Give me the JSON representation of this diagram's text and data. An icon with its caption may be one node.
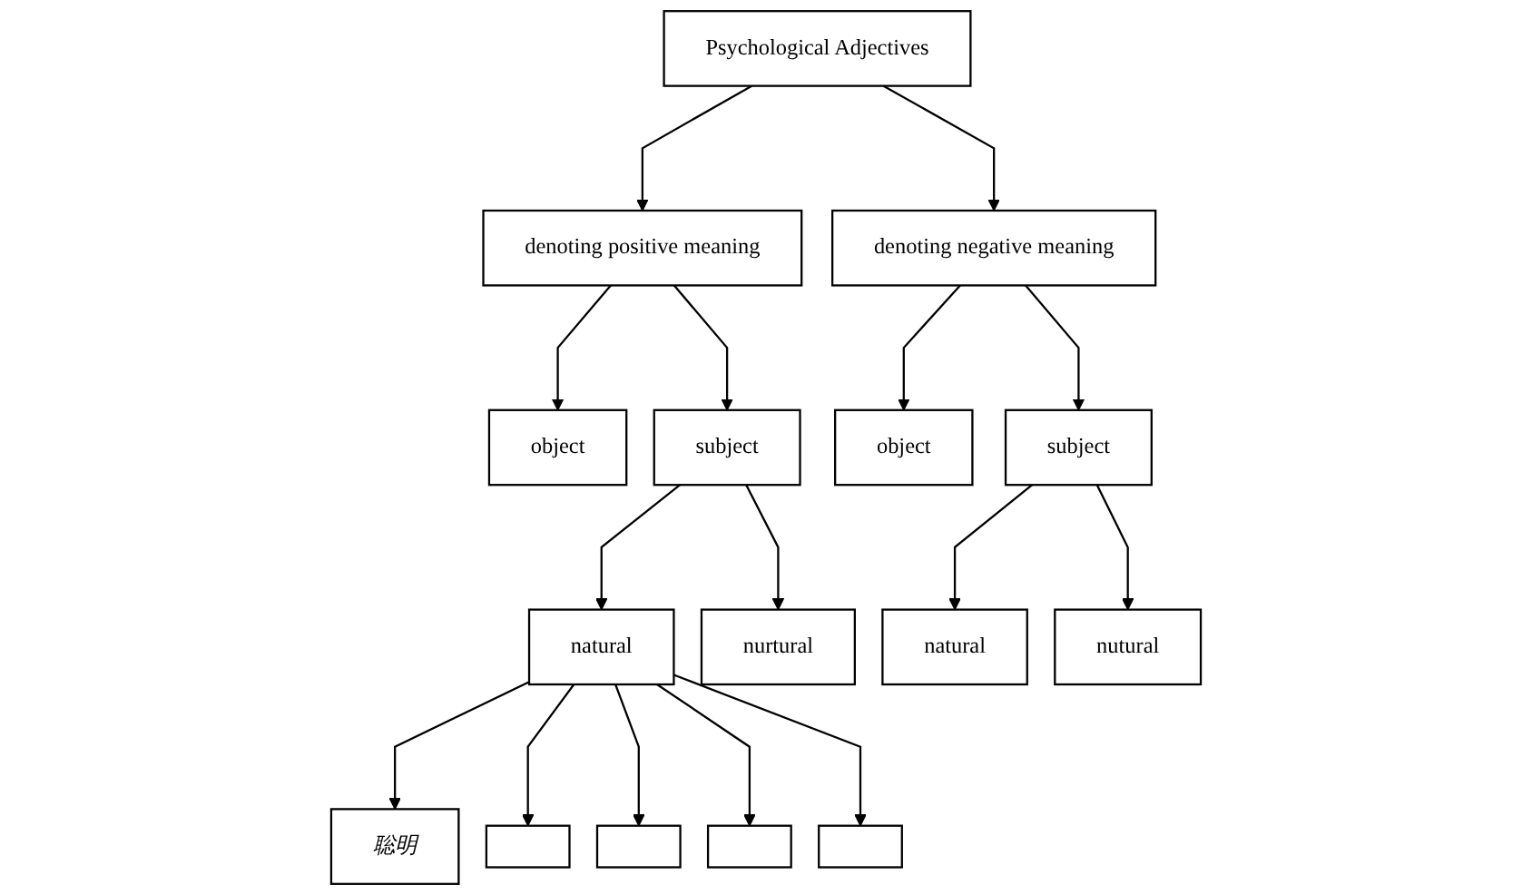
{
  "diagram": {
    "nodes": [
      {
        "text": [
          "Psychological Adjectives"
        ]
      },
      {
        "text": [
          "denoting positive meaning"
        ]
      },
      {
        "text": [
          "denoting negative meaning"
        ]
      },
      {
        "text": [
          "object"
        ]
      },
      {
        "text": [
          "subject"
        ]
      },
      {
        "text": [
          "object"
        ]
      },
      {
        "text": [
          "subject"
        ]
      },
      {
        "text": [
          "natural"
        ]
      },
      {
        "text": [
          "nurtural"
        ]
      },
      {
        "text": [
          "natural"
        ]
      },
      {
        "text": [
          "nutural"
        ]
      },
      {
        "text": [
          "聡明"
        ]
      },
      {
        "text": [],
        "shape": "box"
      },
      {
        "text": [],
        "shape": "box"
      },
      {
        "text": [],
        "shape": "box"
      },
      {
        "text": [],
        "shape": "box"
      }
    ],
    "edges": [
      {
        "from": 0,
        "to": 1,
        "arrow": "to"
      },
      {
        "from": 0,
        "to": 2,
        "arrow": "to"
      },
      {
        "from": 1,
        "to": 3,
        "arrow": "to"
      },
      {
        "from": 1,
        "to": 4,
        "arrow": "to"
      },
      {
        "from": 2,
        "to": 5,
        "arrow": "to"
      },
      {
        "from": 2,
        "to": 6,
        "arrow": "to"
      },
      {
        "from": 4,
        "to": 7,
        "arrow": "to"
      },
      {
        "from": 4,
        "to": 8,
        "arrow": "to"
      },
      {
        "from": 6,
        "to": 9,
        "arrow": "to"
      },
      {
        "from": 6,
        "to": 10,
        "arrow": "to"
      },
      {
        "from": 7,
        "to": 11,
        "arrow": "to"
      },
      {
        "from": 7,
        "to": 12,
        "arrow": "to"
      },
      {
        "from": 7,
        "to": 13,
        "arrow": "to"
      },
      {
        "from": 7,
        "to": 14,
        "arrow": "to"
      },
      {
        "from": 7,
        "to": 15,
        "arrow": "to"
      }
    ]
  }
}
